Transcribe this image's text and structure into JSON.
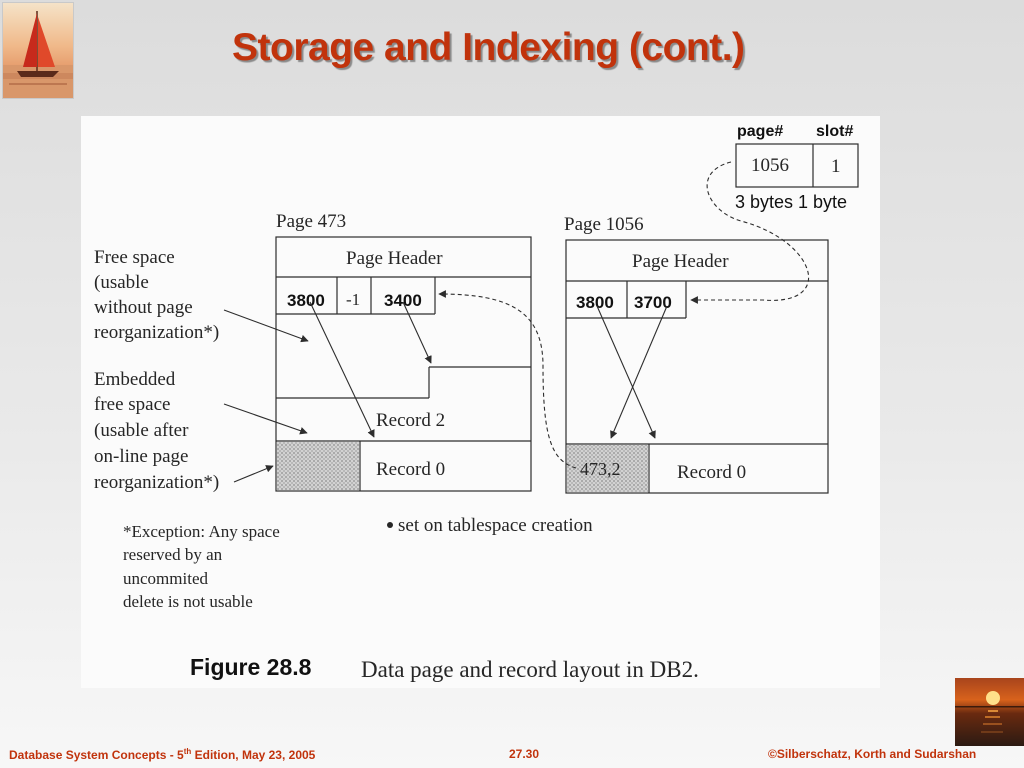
{
  "slide": {
    "title": "Storage and Indexing (cont.)"
  },
  "figure": {
    "page_label_1": "Page  473",
    "page_label_2": "Page  1056",
    "page_header": "Page Header",
    "p1_slot_1": "3800",
    "p1_slot_2": "-1",
    "p1_slot_3": "3400",
    "p1_record_2": "Record  2",
    "p1_record_0": "Record  0",
    "p2_slot_1": "3800",
    "p2_slot_2": "3700",
    "p2_pointer": "473,2",
    "p2_record_0": "Record  0",
    "rid_page_label": "page#",
    "rid_slot_label": "slot#",
    "rid_page_value": "1056",
    "rid_slot_value": "1",
    "rid_sizes": "3 bytes 1 byte",
    "free_space_lines": [
      "Free space",
      "(usable",
      "without page",
      "reorganization*)"
    ],
    "embedded_lines": [
      "Embedded",
      "free space",
      "(usable after",
      "on-line page",
      "reorganization*)"
    ],
    "exception_lines": [
      "*Exception: Any space",
      "reserved by an",
      "uncommited",
      "delete is not usable"
    ],
    "bullet_note": "set on tablespace creation",
    "caption_number": "Figure 28.8",
    "caption_text": "Data page and record layout in DB2."
  },
  "footer": {
    "left_before": "Database System Concepts - 5",
    "left_sup": "th",
    "left_after": " Edition, May 23,  2005",
    "center": "27.30",
    "right": "©Silberschatz, Korth and Sudarshan"
  },
  "colors": {
    "title": "#c1330c",
    "footer": "#c1330c",
    "page_background": "#e3e3e3"
  },
  "icons": {
    "top_left": "sailboat-logo",
    "bottom_right": "sunset-logo"
  }
}
